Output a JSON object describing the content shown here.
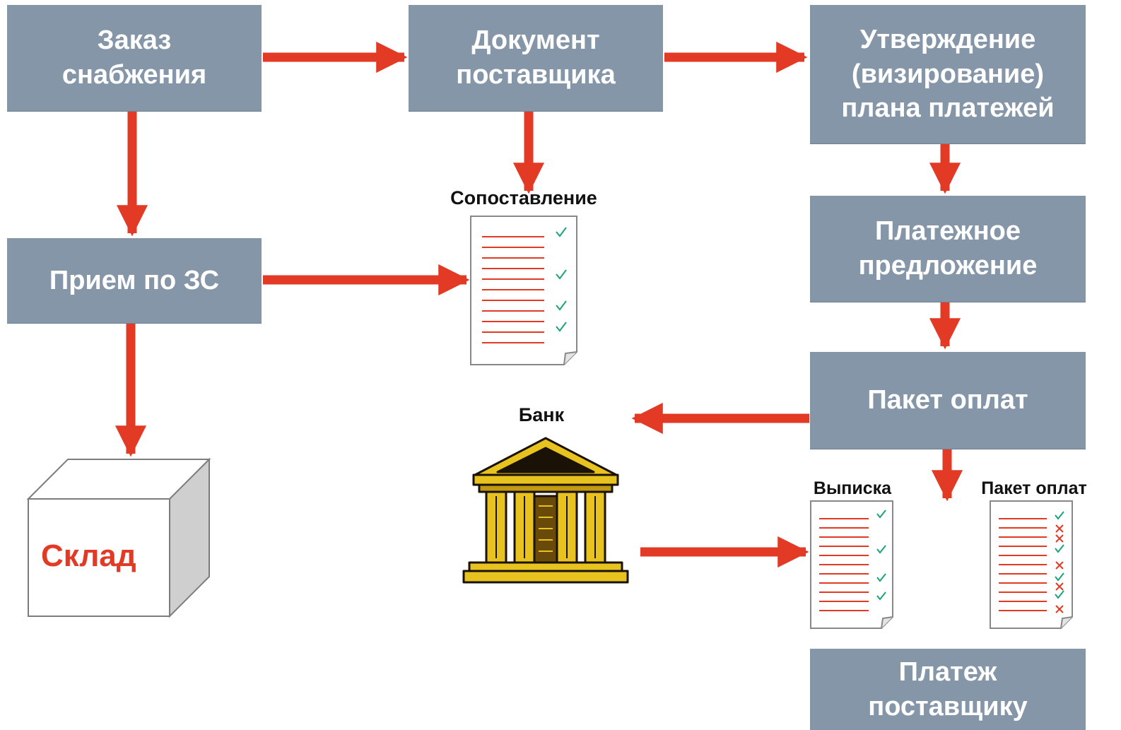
{
  "boxes": {
    "supply_order": "Заказ\nснабжения",
    "supplier_document": "Документ\nпоставщика",
    "approval": "Утверждение\n(визирование)\nплана платежей",
    "receipt": "Прием по ЗС",
    "payment_proposal": "Платежное\nпредложение",
    "payment_package": "Пакет оплат",
    "supplier_payment": "Платеж\nпоставщику"
  },
  "labels": {
    "matching": "Сопоставление",
    "bank": "Банк",
    "statement": "Выписка",
    "payment_package_doc": "Пакет оплат",
    "warehouse": "Склад"
  },
  "colors": {
    "box": "#8496a8",
    "arrow": "#e23a25",
    "check": "#1aa37a",
    "cross": "#e23a25",
    "bank_gold": "#e8c21e"
  },
  "icons": {
    "bank": "bank-building-icon",
    "document": "document-checklist-icon",
    "warehouse": "cube-icon"
  }
}
